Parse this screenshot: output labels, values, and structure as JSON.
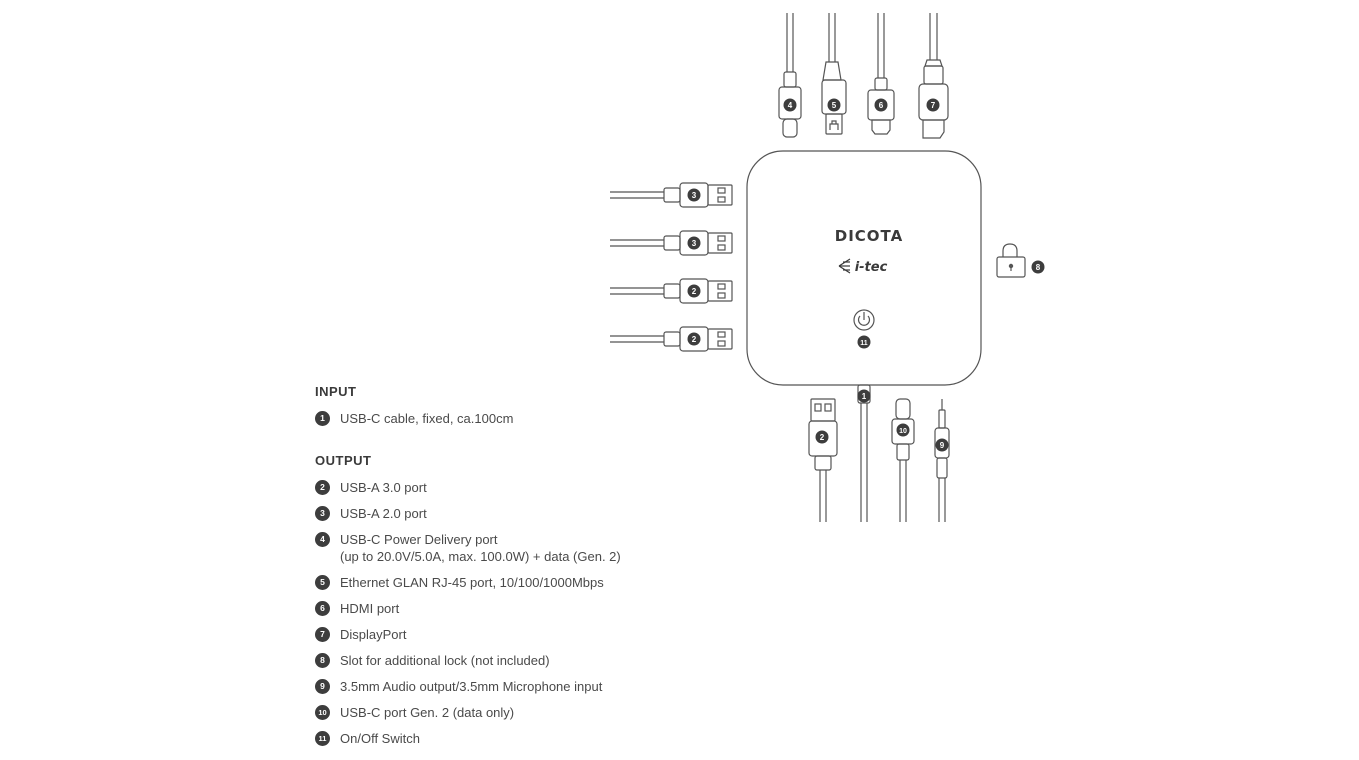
{
  "brand": {
    "name": "DICOTA",
    "sub": "i-tec"
  },
  "badges": {
    "b1": "1",
    "b2": "2",
    "b3": "3",
    "b4": "4",
    "b5": "5",
    "b6": "6",
    "b7": "7",
    "b8": "8",
    "b9": "9",
    "b10": "10",
    "b11": "11"
  },
  "legend": {
    "input_title": "INPUT",
    "input_items": [
      {
        "num": "1",
        "text": "USB-C cable, fixed, ca.100cm"
      }
    ],
    "output_title": "OUTPUT",
    "output_items": [
      {
        "num": "2",
        "text": "USB-A 3.0 port"
      },
      {
        "num": "3",
        "text": "USB-A 2.0 port"
      },
      {
        "num": "4",
        "text": "USB-C Power Delivery port",
        "text2": "(up to 20.0V/5.0A, max. 100.0W) + data (Gen. 2)"
      },
      {
        "num": "5",
        "text": "Ethernet GLAN RJ-45 port, 10/100/1000Mbps"
      },
      {
        "num": "6",
        "text": "HDMI port"
      },
      {
        "num": "7",
        "text": "DisplayPort"
      },
      {
        "num": "8",
        "text": "Slot for additional lock (not included)"
      },
      {
        "num": "9",
        "text": "3.5mm Audio output/3.5mm Microphone input"
      },
      {
        "num": "10",
        "text": "USB-C port Gen. 2 (data only)"
      },
      {
        "num": "11",
        "text": "On/Off Switch"
      }
    ]
  }
}
